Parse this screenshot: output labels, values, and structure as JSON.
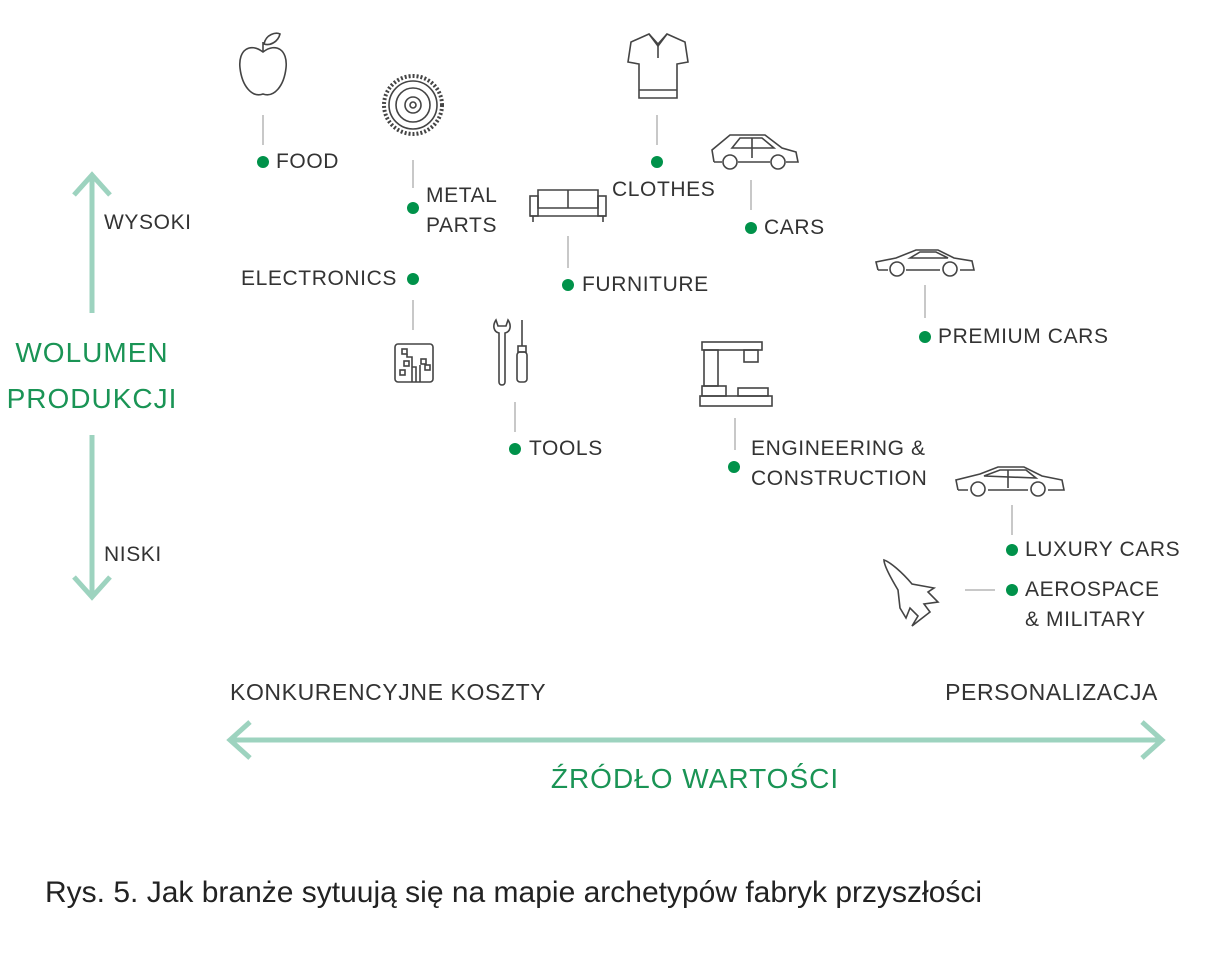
{
  "colors": {
    "dot": "#00924a",
    "arrow": "#9dd3bf",
    "axis_title": "#1a9455",
    "text": "#333333"
  },
  "y_axis": {
    "title_line1": "WOLUMEN",
    "title_line2": "PRODUKCJI",
    "high": "WYSOKI",
    "low": "NISKI"
  },
  "x_axis": {
    "title": "ŹRÓDŁO WARTOŚCI",
    "left": "KONKURENCYJNE KOSZTY",
    "right": "PERSONALIZACJA"
  },
  "industries": {
    "food": {
      "label": "FOOD",
      "icon": "apple-icon"
    },
    "metal_parts": {
      "label_line1": "METAL",
      "label_line2": "PARTS",
      "icon": "gear-icon"
    },
    "electronics": {
      "label": "ELECTRONICS",
      "icon": "circuit-board-icon"
    },
    "tools": {
      "label": "TOOLS",
      "icon": "wrench-screwdriver-icon"
    },
    "furniture": {
      "label": "FURNITURE",
      "icon": "sofa-icon"
    },
    "clothes": {
      "label": "CLOTHES",
      "icon": "shirt-icon"
    },
    "cars": {
      "label": "CARS",
      "icon": "hatchback-car-icon"
    },
    "premium_cars": {
      "label": "PREMIUM CARS",
      "icon": "coupe-car-icon"
    },
    "engineering": {
      "label_line1": "ENGINEERING &",
      "label_line2": "CONSTRUCTION",
      "icon": "machine-icon"
    },
    "luxury_cars": {
      "label": "LUXURY CARS",
      "icon": "sedan-car-icon"
    },
    "aerospace": {
      "label_line1": "AEROSPACE",
      "label_line2": "& MILITARY",
      "icon": "jet-icon"
    }
  },
  "caption": "Rys. 5. Jak branże sytuują się na mapie archetypów fabryk przyszłości"
}
